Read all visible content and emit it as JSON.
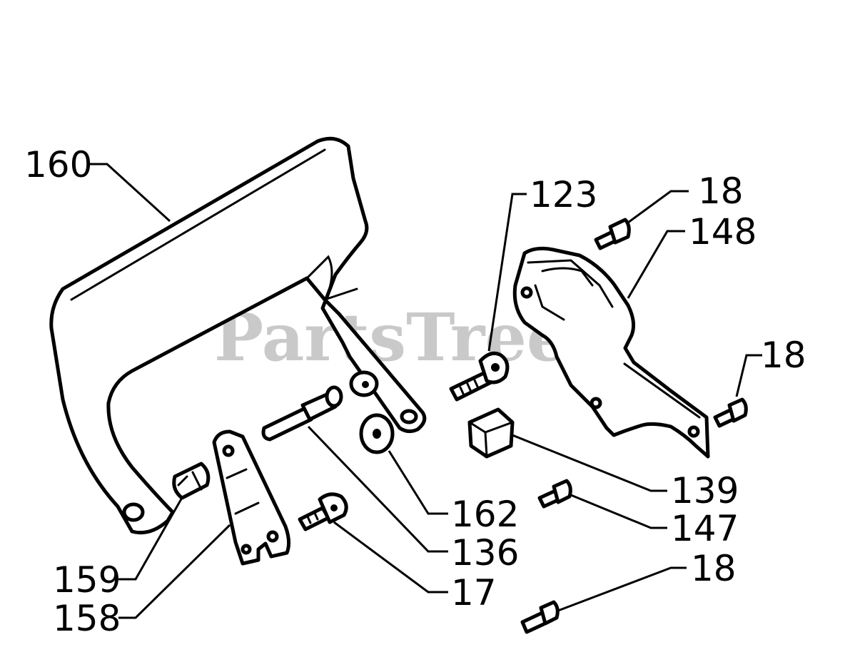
{
  "watermark": {
    "text": "PartsTree",
    "color": "#c9c9c9"
  },
  "callouts": {
    "p160": "160",
    "p123": "123",
    "p18a": "18",
    "p148": "148",
    "p18b": "18",
    "p139": "139",
    "p147": "147",
    "p162": "162",
    "p136": "136",
    "p18c": "18",
    "p17": "17",
    "p159": "159",
    "p158": "158"
  }
}
